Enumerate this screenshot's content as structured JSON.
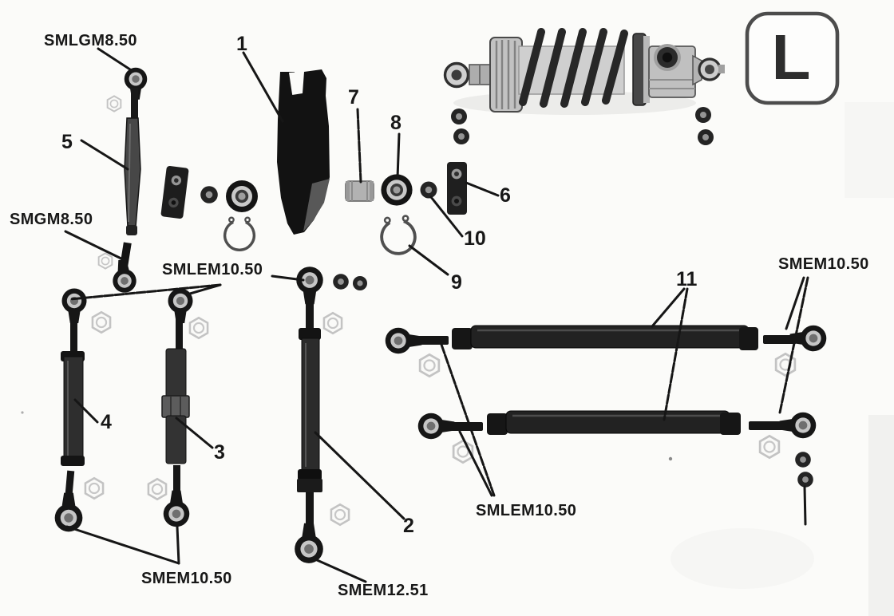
{
  "diagram": {
    "type": "exploded-parts-diagram",
    "subject": "rear-suspension-linkage-kit",
    "background_color": "#fbfbf9",
    "ink_color": "#161616",
    "variant_marker": "L",
    "callouts": {
      "n1": "1",
      "n2": "2",
      "n3": "3",
      "n4": "4",
      "n5": "5",
      "n6": "6",
      "n7": "7",
      "n8": "8",
      "n9": "9",
      "n10": "10",
      "n11": "11"
    },
    "part_codes": {
      "smlgm8_50": "SMLGM8.50",
      "smgm8_50": "SMGM8.50",
      "smlem10_50_upper": "SMLEM10.50",
      "smlem10_50_lower": "SMLEM10.50",
      "smem10_50_left": "SMEM10.50",
      "smem10_50_right": "SMEM10.50",
      "smem12_51": "SMEM12.51"
    }
  }
}
